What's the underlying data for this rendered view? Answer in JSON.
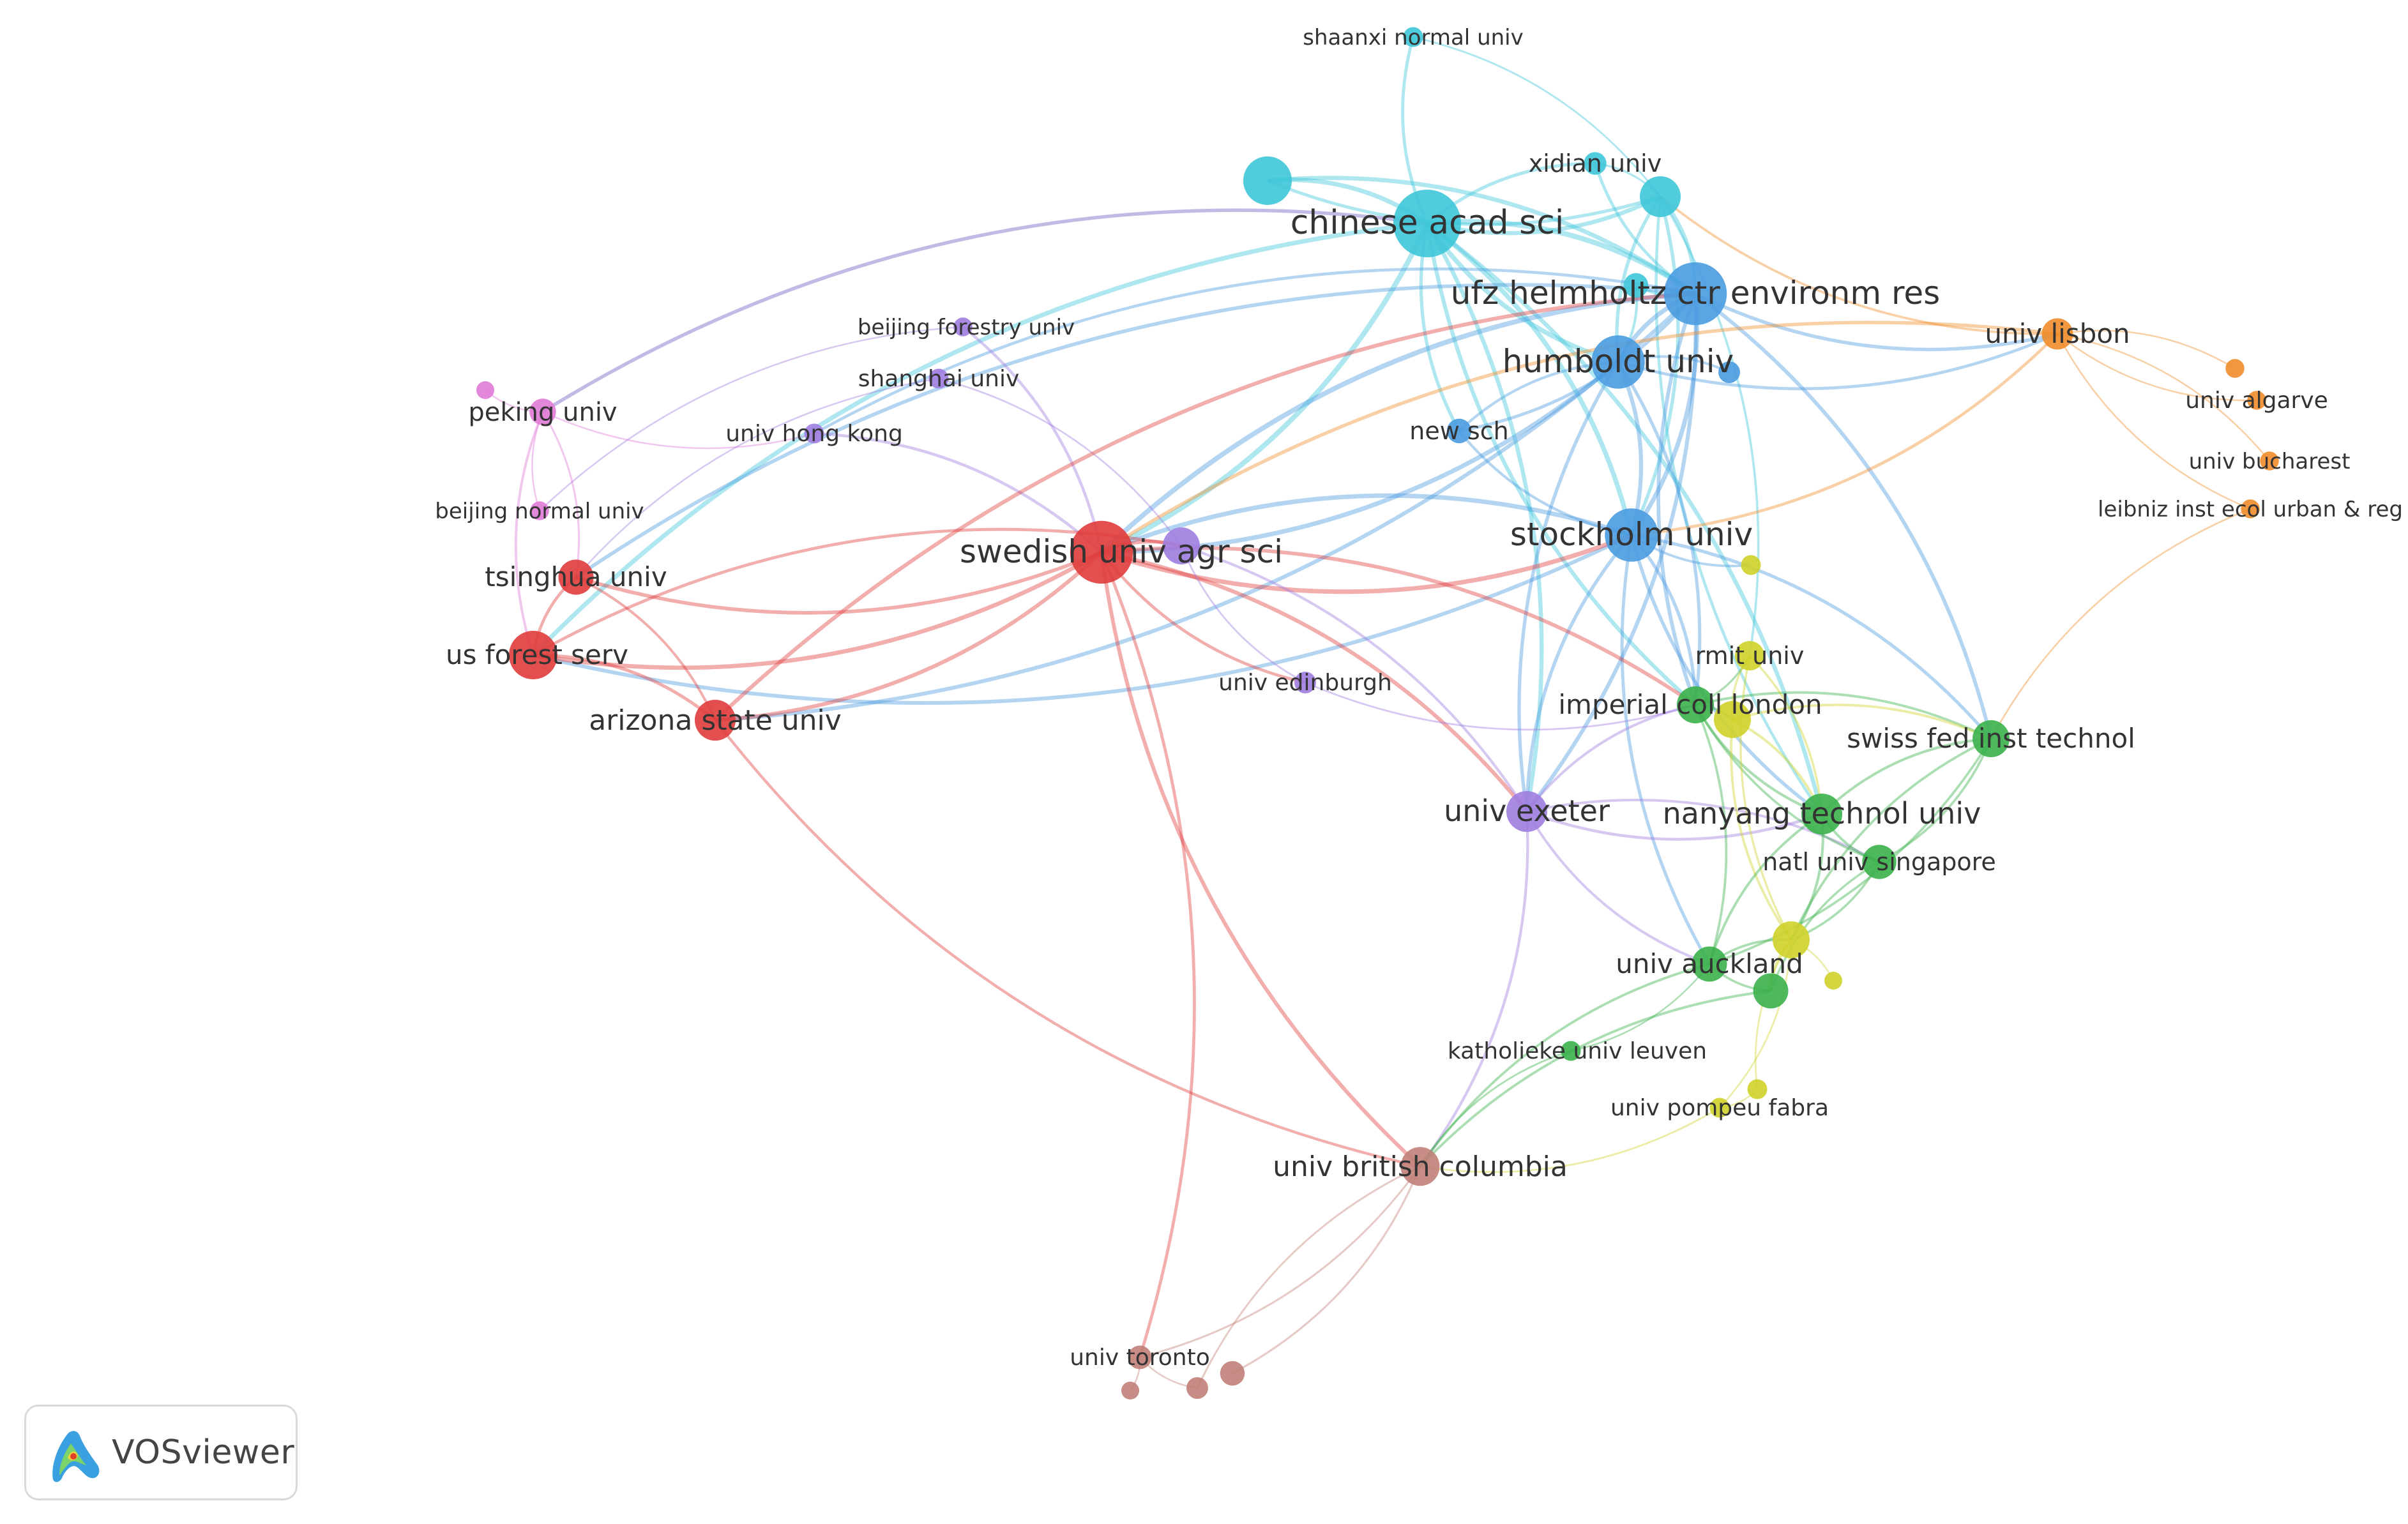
{
  "clusters": {
    "red": "#e03c3c",
    "cyan": "#3ec6d8",
    "blue": "#4a9be0",
    "purple": "#a07de0",
    "pink": "#e07ad6",
    "orange": "#f08c2a",
    "green": "#3ab04a",
    "yellow": "#cfd22a",
    "brown": "#c08078"
  },
  "nodes": [
    {
      "id": "shaanxi",
      "label": "shaanxi normal univ",
      "cluster": "cyan",
      "weight": 1
    },
    {
      "id": "xidian",
      "label": "xidian univ",
      "cluster": "cyan",
      "weight": 1.3
    },
    {
      "id": "cas",
      "label": "chinese acad sci",
      "cluster": "cyan",
      "weight": 6
    },
    {
      "id": "cyan_a",
      "label": "",
      "cluster": "cyan",
      "weight": 4
    },
    {
      "id": "cyan_b",
      "label": "",
      "cluster": "cyan",
      "weight": 3.2
    },
    {
      "id": "cyan_c",
      "label": "",
      "cluster": "cyan",
      "weight": 1.5
    },
    {
      "id": "ufz",
      "label": "ufz helmholtz ctr environm res",
      "cluster": "blue",
      "weight": 5.5
    },
    {
      "id": "humboldt",
      "label": "humboldt univ",
      "cluster": "blue",
      "weight": 4.5
    },
    {
      "id": "blue_a",
      "label": "",
      "cluster": "blue",
      "weight": 1.2
    },
    {
      "id": "newsch",
      "label": "new sch",
      "cluster": "blue",
      "weight": 1.5
    },
    {
      "id": "stockholm",
      "label": "stockholm univ",
      "cluster": "blue",
      "weight": 4.5
    },
    {
      "id": "lisbon",
      "label": "univ lisbon",
      "cluster": "orange",
      "weight": 2.2
    },
    {
      "id": "orange_a",
      "label": "",
      "cluster": "orange",
      "weight": 0.9
    },
    {
      "id": "algarve",
      "label": "univ algarve",
      "cluster": "orange",
      "weight": 0.9
    },
    {
      "id": "bucharest",
      "label": "univ bucharest",
      "cluster": "orange",
      "weight": 0.9
    },
    {
      "id": "leibniz",
      "label": "leibniz inst ecol urban & reg",
      "cluster": "orange",
      "weight": 0.9
    },
    {
      "id": "bjforestry",
      "label": "beijing forestry univ",
      "cluster": "purple",
      "weight": 0.9
    },
    {
      "id": "shanghai",
      "label": "shanghai univ",
      "cluster": "purple",
      "weight": 1
    },
    {
      "id": "hku",
      "label": "univ hong kong",
      "cluster": "purple",
      "weight": 1
    },
    {
      "id": "pink_a",
      "label": "",
      "cluster": "pink",
      "weight": 0.8
    },
    {
      "id": "peking",
      "label": "peking univ",
      "cluster": "pink",
      "weight": 1.7
    },
    {
      "id": "bjnormal",
      "label": "beijing normal univ",
      "cluster": "pink",
      "weight": 0.9
    },
    {
      "id": "tsinghua",
      "label": "tsinghua univ",
      "cluster": "red",
      "weight": 2.6
    },
    {
      "id": "usfs",
      "label": "us forest serv",
      "cluster": "red",
      "weight": 4
    },
    {
      "id": "arizona",
      "label": "arizona state univ",
      "cluster": "red",
      "weight": 3.2
    },
    {
      "id": "slu",
      "label": "swedish univ agr sci",
      "cluster": "red",
      "weight": 5.5
    },
    {
      "id": "slu_p",
      "label": "",
      "cluster": "purple",
      "weight": 2.8
    },
    {
      "id": "edinburgh",
      "label": "univ edinburgh",
      "cluster": "purple",
      "weight": 1.2
    },
    {
      "id": "exeter",
      "label": "univ exeter",
      "cluster": "purple",
      "weight": 3.2
    },
    {
      "id": "yellow_a",
      "label": "",
      "cluster": "yellow",
      "weight": 1
    },
    {
      "id": "rmit",
      "label": "rmit univ",
      "cluster": "yellow",
      "weight": 2
    },
    {
      "id": "imperial",
      "label": "imperial coll london",
      "cluster": "green",
      "weight": 2.8
    },
    {
      "id": "yellow_b",
      "label": "",
      "cluster": "yellow",
      "weight": 2.8
    },
    {
      "id": "swiss",
      "label": "swiss fed inst technol",
      "cluster": "green",
      "weight": 2.8
    },
    {
      "id": "nanyang",
      "label": "nanyang technol univ",
      "cluster": "green",
      "weight": 3.2
    },
    {
      "id": "nus",
      "label": "natl univ singapore",
      "cluster": "green",
      "weight": 2.5
    },
    {
      "id": "auckland",
      "label": "univ auckland",
      "cluster": "green",
      "weight": 2.6
    },
    {
      "id": "yellow_c",
      "label": "",
      "cluster": "yellow",
      "weight": 2.8
    },
    {
      "id": "green_a",
      "label": "",
      "cluster": "green",
      "weight": 2.6
    },
    {
      "id": "yellow_d",
      "label": "",
      "cluster": "yellow",
      "weight": 0.8
    },
    {
      "id": "leuven",
      "label": "katholieke univ leuven",
      "cluster": "green",
      "weight": 1
    },
    {
      "id": "yellow_e",
      "label": "",
      "cluster": "yellow",
      "weight": 1
    },
    {
      "id": "pompeu",
      "label": "univ pompeu fabra",
      "cluster": "yellow",
      "weight": 1
    },
    {
      "id": "ubc",
      "label": "univ british columbia",
      "cluster": "brown",
      "weight": 3
    },
    {
      "id": "toronto",
      "label": "univ toronto",
      "cluster": "brown",
      "weight": 1.4
    },
    {
      "id": "brown_a",
      "label": "",
      "cluster": "brown",
      "weight": 1.2
    },
    {
      "id": "brown_b",
      "label": "",
      "cluster": "brown",
      "weight": 1.5
    },
    {
      "id": "brown_c",
      "label": "",
      "cluster": "brown",
      "weight": 0.8
    }
  ],
  "links": [
    [
      "shaanxi",
      "cas"
    ],
    [
      "shaanxi",
      "cyan_b"
    ],
    [
      "xidian",
      "cas"
    ],
    [
      "xidian",
      "cyan_b"
    ],
    [
      "xidian",
      "ufz"
    ],
    [
      "cyan_a",
      "cas"
    ],
    [
      "cyan_a",
      "cyan_b"
    ],
    [
      "cyan_a",
      "ufz"
    ],
    [
      "cas",
      "cyan_b"
    ],
    [
      "cas",
      "ufz"
    ],
    [
      "cas",
      "humboldt"
    ],
    [
      "cas",
      "stockholm"
    ],
    [
      "cas",
      "newsch"
    ],
    [
      "cas",
      "slu"
    ],
    [
      "cas",
      "peking"
    ],
    [
      "cas",
      "exeter"
    ],
    [
      "cas",
      "imperial"
    ],
    [
      "cas",
      "nanyang"
    ],
    [
      "cas",
      "usfs"
    ],
    [
      "cyan_b",
      "ufz"
    ],
    [
      "cyan_b",
      "humboldt"
    ],
    [
      "cyan_b",
      "stockholm"
    ],
    [
      "cyan_b",
      "nanyang"
    ],
    [
      "cyan_b",
      "rmit"
    ],
    [
      "cyan_c",
      "ufz"
    ],
    [
      "cyan_c",
      "humboldt"
    ],
    [
      "ufz",
      "humboldt"
    ],
    [
      "ufz",
      "stockholm"
    ],
    [
      "ufz",
      "lisbon"
    ],
    [
      "ufz",
      "newsch"
    ],
    [
      "ufz",
      "slu"
    ],
    [
      "ufz",
      "arizona"
    ],
    [
      "ufz",
      "tsinghua"
    ],
    [
      "ufz",
      "exeter"
    ],
    [
      "ufz",
      "imperial"
    ],
    [
      "ufz",
      "swiss"
    ],
    [
      "ufz",
      "hku"
    ],
    [
      "humboldt",
      "stockholm"
    ],
    [
      "humboldt",
      "newsch"
    ],
    [
      "humboldt",
      "blue_a"
    ],
    [
      "humboldt",
      "lisbon"
    ],
    [
      "humboldt",
      "slu"
    ],
    [
      "humboldt",
      "exeter"
    ],
    [
      "humboldt",
      "imperial"
    ],
    [
      "stockholm",
      "slu"
    ],
    [
      "stockholm",
      "newsch"
    ],
    [
      "stockholm",
      "exeter"
    ],
    [
      "stockholm",
      "imperial"
    ],
    [
      "stockholm",
      "nanyang"
    ],
    [
      "stockholm",
      "swiss"
    ],
    [
      "stockholm",
      "auckland"
    ],
    [
      "stockholm",
      "usfs"
    ],
    [
      "stockholm",
      "yellow_a"
    ],
    [
      "lisbon",
      "orange_a"
    ],
    [
      "lisbon",
      "algarve"
    ],
    [
      "lisbon",
      "bucharest"
    ],
    [
      "lisbon",
      "leibniz"
    ],
    [
      "lisbon",
      "stockholm"
    ],
    [
      "lisbon",
      "slu"
    ],
    [
      "lisbon",
      "cyan_b"
    ],
    [
      "leibniz",
      "swiss"
    ],
    [
      "peking",
      "pink_a"
    ],
    [
      "peking",
      "hku"
    ],
    [
      "peking",
      "tsinghua"
    ],
    [
      "peking",
      "usfs"
    ],
    [
      "peking",
      "cas"
    ],
    [
      "peking",
      "bjnormal"
    ],
    [
      "bjforestry",
      "slu"
    ],
    [
      "bjforestry",
      "bjnormal"
    ],
    [
      "shanghai",
      "slu_p"
    ],
    [
      "shanghai",
      "tsinghua"
    ],
    [
      "hku",
      "slu"
    ],
    [
      "tsinghua",
      "usfs"
    ],
    [
      "tsinghua",
      "arizona"
    ],
    [
      "tsinghua",
      "slu"
    ],
    [
      "usfs",
      "arizona"
    ],
    [
      "usfs",
      "slu"
    ],
    [
      "usfs",
      "slu_p"
    ],
    [
      "arizona",
      "slu"
    ],
    [
      "arizona",
      "ufz"
    ],
    [
      "arizona",
      "ubc"
    ],
    [
      "slu",
      "slu_p"
    ],
    [
      "slu",
      "edinburgh"
    ],
    [
      "slu",
      "exeter"
    ],
    [
      "slu",
      "ubc"
    ],
    [
      "slu",
      "toronto"
    ],
    [
      "slu",
      "stockholm"
    ],
    [
      "slu",
      "imperial"
    ],
    [
      "slu_p",
      "edinburgh"
    ],
    [
      "slu_p",
      "exeter"
    ],
    [
      "edinburgh",
      "imperial"
    ],
    [
      "exeter",
      "imperial"
    ],
    [
      "exeter",
      "nanyang"
    ],
    [
      "exeter",
      "ubc"
    ],
    [
      "exeter",
      "auckland"
    ],
    [
      "exeter",
      "nus"
    ],
    [
      "imperial",
      "rmit"
    ],
    [
      "imperial",
      "yellow_b"
    ],
    [
      "imperial",
      "nanyang"
    ],
    [
      "imperial",
      "swiss"
    ],
    [
      "imperial",
      "nus"
    ],
    [
      "imperial",
      "auckland"
    ],
    [
      "rmit",
      "yellow_b"
    ],
    [
      "rmit",
      "nanyang"
    ],
    [
      "rmit",
      "yellow_c"
    ],
    [
      "yellow_b",
      "nanyang"
    ],
    [
      "yellow_b",
      "yellow_c"
    ],
    [
      "yellow_b",
      "swiss"
    ],
    [
      "swiss",
      "nanyang"
    ],
    [
      "swiss",
      "nus"
    ],
    [
      "swiss",
      "yellow_c"
    ],
    [
      "swiss",
      "auckland"
    ],
    [
      "nanyang",
      "nus"
    ],
    [
      "nanyang",
      "yellow_c"
    ],
    [
      "nanyang",
      "auckland"
    ],
    [
      "nus",
      "yellow_c"
    ],
    [
      "nus",
      "green_a"
    ],
    [
      "auckland",
      "yellow_c"
    ],
    [
      "auckland",
      "green_a"
    ],
    [
      "auckland",
      "leuven"
    ],
    [
      "auckland",
      "ubc"
    ],
    [
      "yellow_c",
      "yellow_d"
    ],
    [
      "yellow_c",
      "yellow_e"
    ],
    [
      "yellow_c",
      "pompeu"
    ],
    [
      "yellow_c",
      "green_a"
    ],
    [
      "yellow_e",
      "pompeu"
    ],
    [
      "leuven",
      "ubc"
    ],
    [
      "pompeu",
      "ubc"
    ],
    [
      "green_a",
      "ubc"
    ],
    [
      "ubc",
      "toronto"
    ],
    [
      "ubc",
      "brown_a"
    ],
    [
      "ubc",
      "brown_b"
    ],
    [
      "toronto",
      "brown_a"
    ],
    [
      "toronto",
      "brown_c"
    ]
  ],
  "logo": {
    "name": "VOSviewer",
    "icon": "vosviewer-logo-icon"
  }
}
